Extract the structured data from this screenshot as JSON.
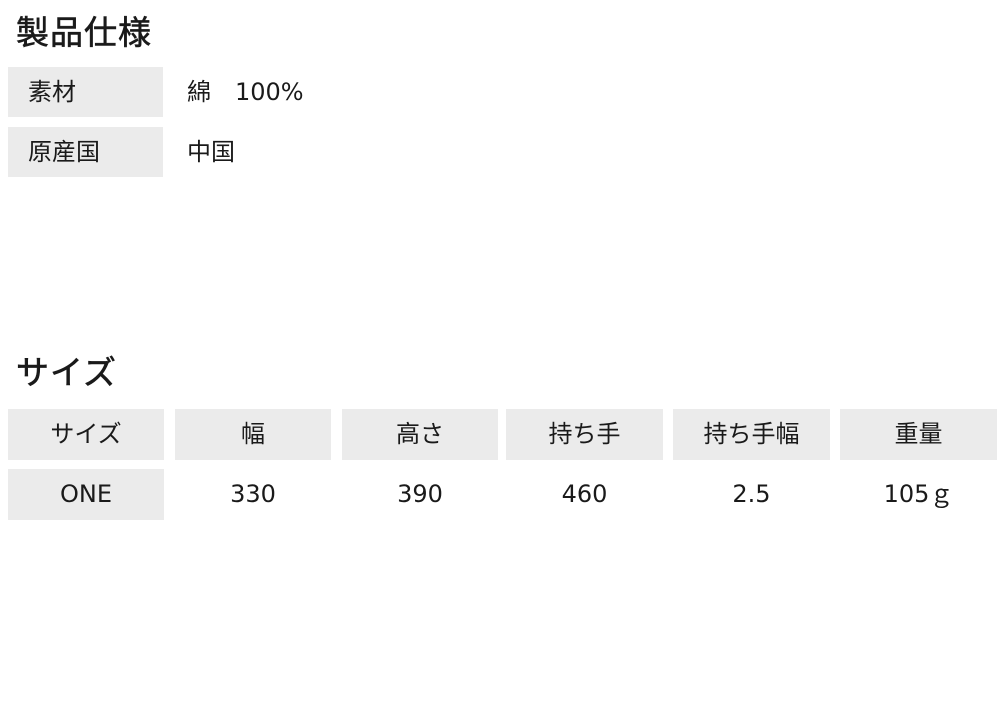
{
  "spec": {
    "title": "製品仕様",
    "rows": [
      {
        "label": "素材",
        "value": "綿　100%"
      },
      {
        "label": "原産国",
        "value": "中国"
      }
    ]
  },
  "size": {
    "title": "サイズ",
    "headers": [
      "サイズ",
      "幅",
      "高さ",
      "持ち手",
      "持ち手幅",
      "重量"
    ],
    "rows": [
      [
        "ONE",
        "330",
        "390",
        "460",
        "2.5",
        "105ｇ"
      ]
    ]
  }
}
